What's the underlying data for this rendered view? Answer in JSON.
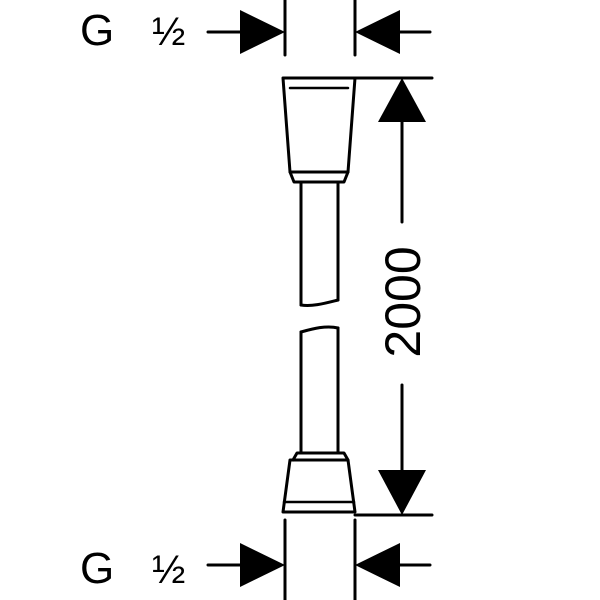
{
  "top_thread": {
    "letter": "G",
    "size": "½"
  },
  "bottom_thread": {
    "letter": "G",
    "size": "½"
  },
  "length_dimension": "2000",
  "colors": {
    "line": "#000000",
    "background": "#ffffff"
  }
}
